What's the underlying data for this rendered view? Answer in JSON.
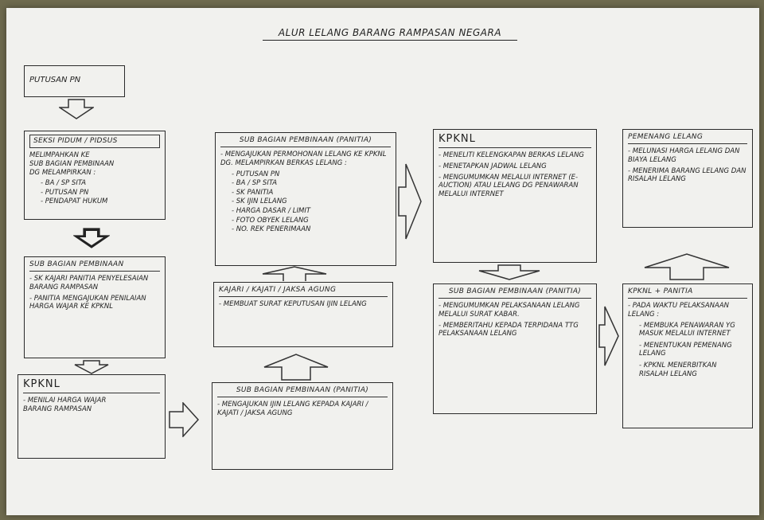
{
  "title": "ALUR LELANG BARANG RAMPASAN NEGARA",
  "boxes": {
    "putusan": {
      "text": "PUTUSAN PN"
    },
    "seksi": {
      "head": "SEKSI PIDUM / PIDSUS",
      "lines": [
        "MELIMPAHKAN KE",
        "SUB BAGIAN PEMBINAAN",
        "DG MELAMPIRKAN :"
      ],
      "subs": [
        "BA / SP SITA",
        "PUTUSAN PN",
        "PENDAPAT HUKUM"
      ]
    },
    "sub_bagian_1": {
      "head": "SUB BAGIAN PEMBINAAN",
      "items": [
        "SK KAJARI PANITIA PENYELESAIAN BARANG RAMPASAN",
        "PANITIA MENGAJUKAN PENILAIAN HARGA WAJAR KE KPKNL"
      ]
    },
    "kpknl_1": {
      "head": "KPKNL",
      "items": [
        "MENILAI HARGA WAJAR BARANG RAMPASAN"
      ]
    },
    "sub_bagian_panitia_top": {
      "head": "SUB BAGIAN PEMBINAAN (PANITIA)",
      "items": [
        "MENGAJUKAN PERMOHONAN LELANG KE KPKNL DG. MELAMPIRKAN BERKAS LELANG :"
      ],
      "subs": [
        "PUTUSAN PN",
        "BA / SP SITA",
        "SK PANITIA",
        "SK IJIN LELANG",
        "HARGA DASAR / LIMIT",
        "FOTO OBYEK LELANG",
        "NO. REK PENERIMAAN"
      ]
    },
    "kajari": {
      "head": "KAJARI / KAJATI / JAKSA AGUNG",
      "items": [
        "MEMBUAT SURAT KEPUTUSAN IJIN LELANG"
      ]
    },
    "sub_bagian_panitia_bottom": {
      "head": "SUB BAGIAN PEMBINAAN (PANITIA)",
      "items": [
        "MENGAJUKAN IJIN LELANG KEPADA KAJARI / KAJATI / JAKSA AGUNG"
      ]
    },
    "kpknl_2": {
      "head": "KPKNL",
      "items": [
        "MENELITI KELENGKAPAN BERKAS LELANG",
        "MENETAPKAN JADWAL LELANG",
        "MENGUMUMKAN MELALUI INTERNET (E-AUCTION) ATAU LELANG DG PENAWARAN MELALUI INTERNET"
      ]
    },
    "sub_bagian_panitia_mid": {
      "head": "SUB BAGIAN PEMBINAAN (PANITIA)",
      "items": [
        "MENGUMUMKAN PELAKSANAAN LELANG MELALUI SURAT KABAR.",
        "MEMBERITAHU KEPADA TERPIDANA TTG PELAKSANAAN LELANG"
      ]
    },
    "pemenang": {
      "head": "PEMENANG LELANG",
      "items": [
        "MELUNASI HARGA LELANG DAN BIAYA LELANG",
        "MENERIMA BARANG LELANG DAN RISALAH LELANG"
      ]
    },
    "kpknl_panitia": {
      "head": "KPKNL + PANITIA",
      "items": [
        "PADA WAKTU PELAKSANAAN LELANG :"
      ],
      "subs": [
        "MEMBUKA PENAWARAN YG MASUK MELALUI INTERNET",
        "MENENTUKAN PEMENANG LELANG",
        "KPKNL MENERBITKAN RISALAH LELANG"
      ]
    }
  }
}
